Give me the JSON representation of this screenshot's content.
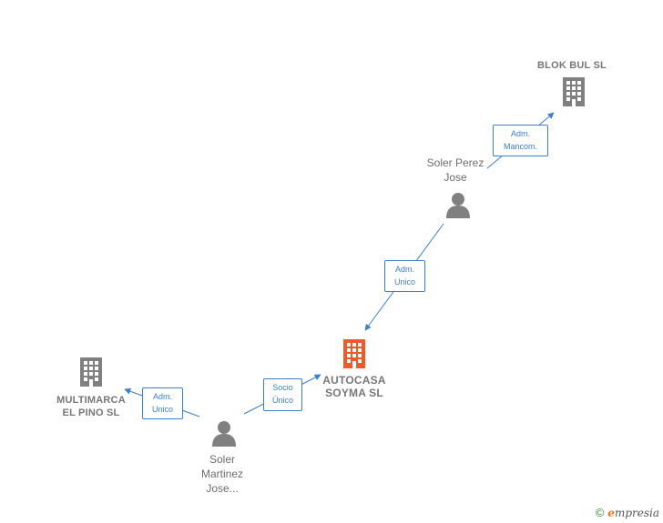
{
  "nodes": {
    "blok_bul": {
      "name": "BLOK BUL SL"
    },
    "soler_perez": {
      "name_line1": "Soler Perez",
      "name_line2": "Jose"
    },
    "autocasa": {
      "name_line1": "AUTOCASA",
      "name_line2": "SOYMA  SL"
    },
    "multimarca": {
      "name_line1": "MULTIMARCA",
      "name_line2": "EL PINO  SL"
    },
    "soler_martinez": {
      "name_line1": "Soler",
      "name_line2": "Martinez",
      "name_line3": "Jose..."
    }
  },
  "edges": {
    "perez_to_blok": {
      "line1": "Adm.",
      "line2": "Mancom."
    },
    "perez_to_autocasa": {
      "line1": "Adm.",
      "line2": "Unico"
    },
    "martinez_to_autocasa": {
      "line1": "Socio",
      "line2": "Único"
    },
    "martinez_to_multimarca": {
      "line1": "Adm.",
      "line2": "Unico"
    }
  },
  "footer": {
    "copyright": "©",
    "brand_initial": "e",
    "brand_rest": "mpresia"
  },
  "colors": {
    "main_company": "#f05a28",
    "company": "#808080",
    "person": "#808080",
    "edge": "#3b7fcf"
  }
}
